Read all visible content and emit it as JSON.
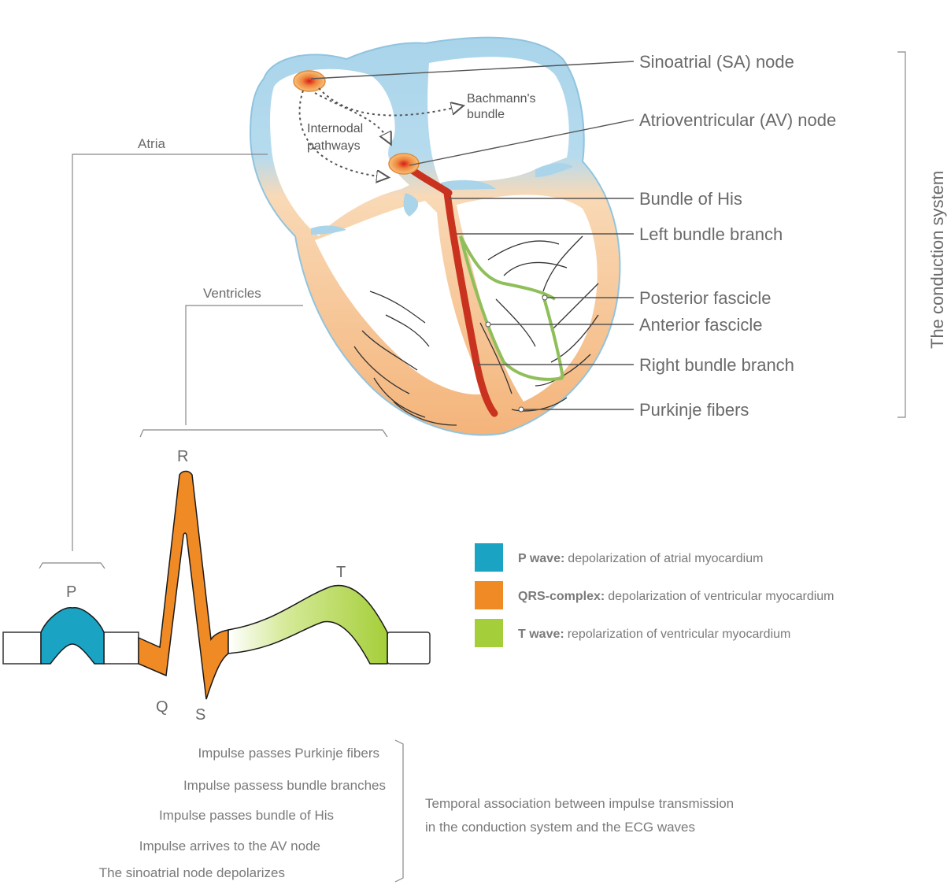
{
  "heart": {
    "labels": {
      "sa_node": "Sinoatrial (SA) node",
      "av_node": "Atrioventricular (AV) node",
      "bundle_of_his": "Bundle of His",
      "left_bundle_branch": "Left bundle branch",
      "posterior_fascicle": "Posterior fascicle",
      "anterior_fascicle": "Anterior fascicle",
      "right_bundle_branch": "Right bundle branch",
      "purkinje_fibers": "Purkinje fibers"
    },
    "inner_labels": {
      "bachmanns_line1": "Bachmann's",
      "bachmanns_line2": "bundle",
      "internodal_line1": "Internodal",
      "internodal_line2": "pathways"
    },
    "side_labels": {
      "atria": "Atria",
      "ventricles": "Ventricles"
    },
    "system_label": "The conduction system"
  },
  "ecg": {
    "waves": {
      "p": "P",
      "q": "Q",
      "r": "R",
      "s": "S",
      "t": "T"
    }
  },
  "legend": [
    {
      "color": "#1aa3c2",
      "term": "P wave:",
      "desc": "depolarization of atrial myocardium"
    },
    {
      "color": "#f08a24",
      "term": "QRS-complex:",
      "desc": "depolarization of ventricular myocardium"
    },
    {
      "color": "#a5cf3a",
      "term": "T wave:",
      "desc": "repolarization of ventricular myocardium"
    }
  ],
  "sequence": [
    "Impulse passes Purkinje fibers",
    "Impulse passess bundle branches",
    "Impulse passes bundle of His",
    "Impulse arrives to the AV node",
    "The sinoatrial node depolarizes"
  ],
  "caption": {
    "line1": "Temporal association between impulse transmission",
    "line2": "in the conduction system and the ECG waves"
  }
}
